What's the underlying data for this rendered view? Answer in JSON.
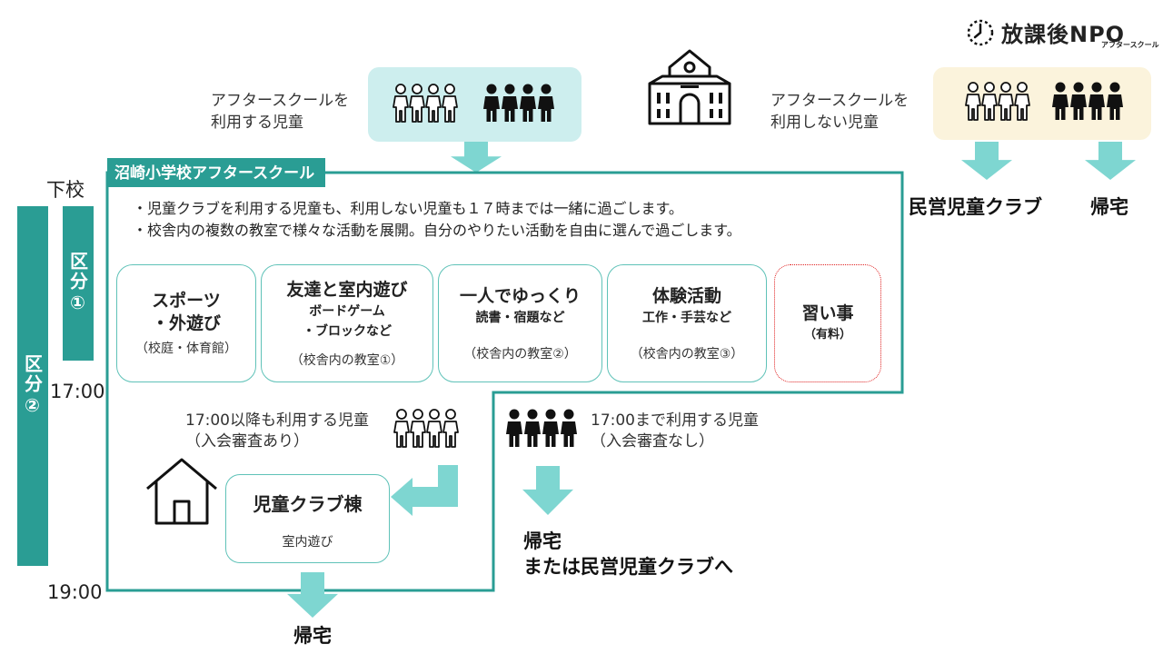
{
  "brand": {
    "name": "放課後NPO",
    "sub": "アフタースクール"
  },
  "top": {
    "using_label": "アフタースクールを\n利用する児童",
    "not_using_label": "アフタースクールを\n利用しない児童",
    "private_club": "民営児童クラブ",
    "go_home": "帰宅"
  },
  "timeline": {
    "dismissal": "下校",
    "t1700": "17:00",
    "t1900": "19:00",
    "section1": "区分①",
    "section2": "区分②"
  },
  "school": {
    "tab": "沼崎小学校アフタースクール",
    "bullets": [
      "・児童クラブを利用する児童も、利用しない児童も１７時までは一緒に過ごします。",
      "・校舎内の複数の教室で様々な活動を展開。自分のやりたい活動を自由に選んで過ごします。"
    ],
    "cards": [
      {
        "title": "スポーツ\n・外遊び",
        "sub": "",
        "place": "（校庭・体育館）"
      },
      {
        "title": "友達と室内遊び",
        "sub": "ボードゲーム\n・ブロックなど",
        "place": "（校舎内の教室①）"
      },
      {
        "title": "一人でゆっくり",
        "sub": "読書・宿題など",
        "place": "（校舎内の教室②）"
      },
      {
        "title": "体験活動",
        "sub": "工作・手芸など",
        "place": "（校舎内の教室③）"
      },
      {
        "title": "習い事",
        "sub": "（有料）",
        "place": ""
      }
    ]
  },
  "after17": {
    "stay_label": "17:00以降も利用する児童\n（入会審査あり）",
    "leave_label": "17:00まで利用する児童\n（入会審査なし）",
    "club_building": "児童クラブ棟",
    "club_activity": "室内遊び",
    "leave_dest": "帰宅\nまたは民営児童クラブへ",
    "final_home": "帰宅"
  },
  "colors": {
    "teal": "#2a9d94",
    "light_teal": "#cdeeee",
    "arrow": "#7ed6d1",
    "cream": "#fbf3dc",
    "red_dotted": "#e02020"
  }
}
